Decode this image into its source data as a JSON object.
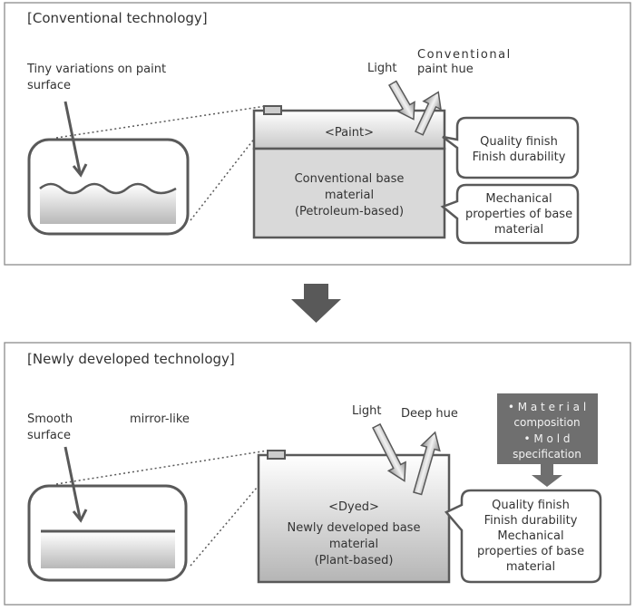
{
  "conventional": {
    "title": "[Conventional technology]",
    "surface_label_1": "Tiny variations on paint",
    "surface_label_2": "surface",
    "light_label": "Light",
    "hue_label_1": "Conventional",
    "hue_label_2": "paint hue",
    "paint_layer": "<Paint>",
    "base_1": "Conventional base",
    "base_2": "material",
    "base_3": "(Petroleum-based)",
    "callout1_1": "Quality finish",
    "callout1_2": "Finish durability",
    "callout2_1": "Mechanical",
    "callout2_2": "properties of base",
    "callout2_3": "material"
  },
  "new": {
    "title": "[Newly developed technology]",
    "surface_label_1": "Smooth",
    "surface_label_2": "surface",
    "mirror_label": "mirror-like",
    "light_label": "Light",
    "hue_label": "Deep hue",
    "dyed_layer": "<Dyed>",
    "base_1": "Newly developed base",
    "base_2": "material",
    "base_3": "(Plant-based)",
    "input_1": "• M a t e r i a l",
    "input_2": "composition",
    "input_3": "• M    o    l    d",
    "input_4": "specification",
    "callout_1": "Quality finish",
    "callout_2": "Finish durability",
    "callout_3": "Mechanical",
    "callout_4": "properties of base",
    "callout_5": "material"
  },
  "colors": {
    "stroke": "#595959",
    "panel_border": "#8c8c8c",
    "base_fill": "#d9d9d9",
    "dark_box": "#6f6f6f"
  }
}
